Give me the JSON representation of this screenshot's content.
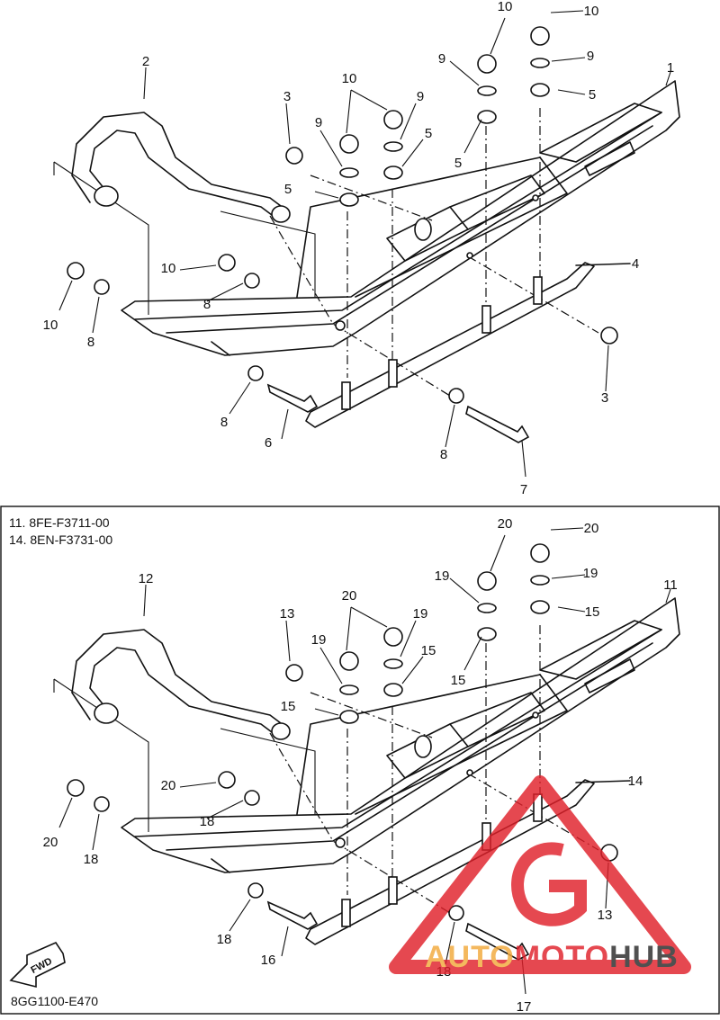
{
  "diagram": {
    "top_callouts": [
      "1",
      "2",
      "3",
      "3",
      "4",
      "5",
      "5",
      "5",
      "5",
      "6",
      "7",
      "8",
      "8",
      "8",
      "8",
      "9",
      "9",
      "9",
      "9",
      "10",
      "10",
      "10",
      "10",
      "10"
    ],
    "bottom_variant": {
      "part_numbers": [
        "11. 8FE-F3711-00",
        "14. 8EN-F3731-00"
      ],
      "callouts": [
        "11",
        "12",
        "13",
        "13",
        "14",
        "15",
        "15",
        "15",
        "15",
        "16",
        "17",
        "18",
        "18",
        "18",
        "18",
        "19",
        "19",
        "19",
        "19",
        "20",
        "20",
        "20",
        "20",
        "20"
      ]
    },
    "direction_label": "FWD",
    "drawing_code": "8GG1100-E470",
    "watermark": {
      "text_accent": "AUTO",
      "text_mid": "MOTO",
      "text_dark": "HUB",
      "colors": {
        "accent": "#f2a93b",
        "red": "#e0202a",
        "dark": "#2a2a2a"
      }
    }
  }
}
